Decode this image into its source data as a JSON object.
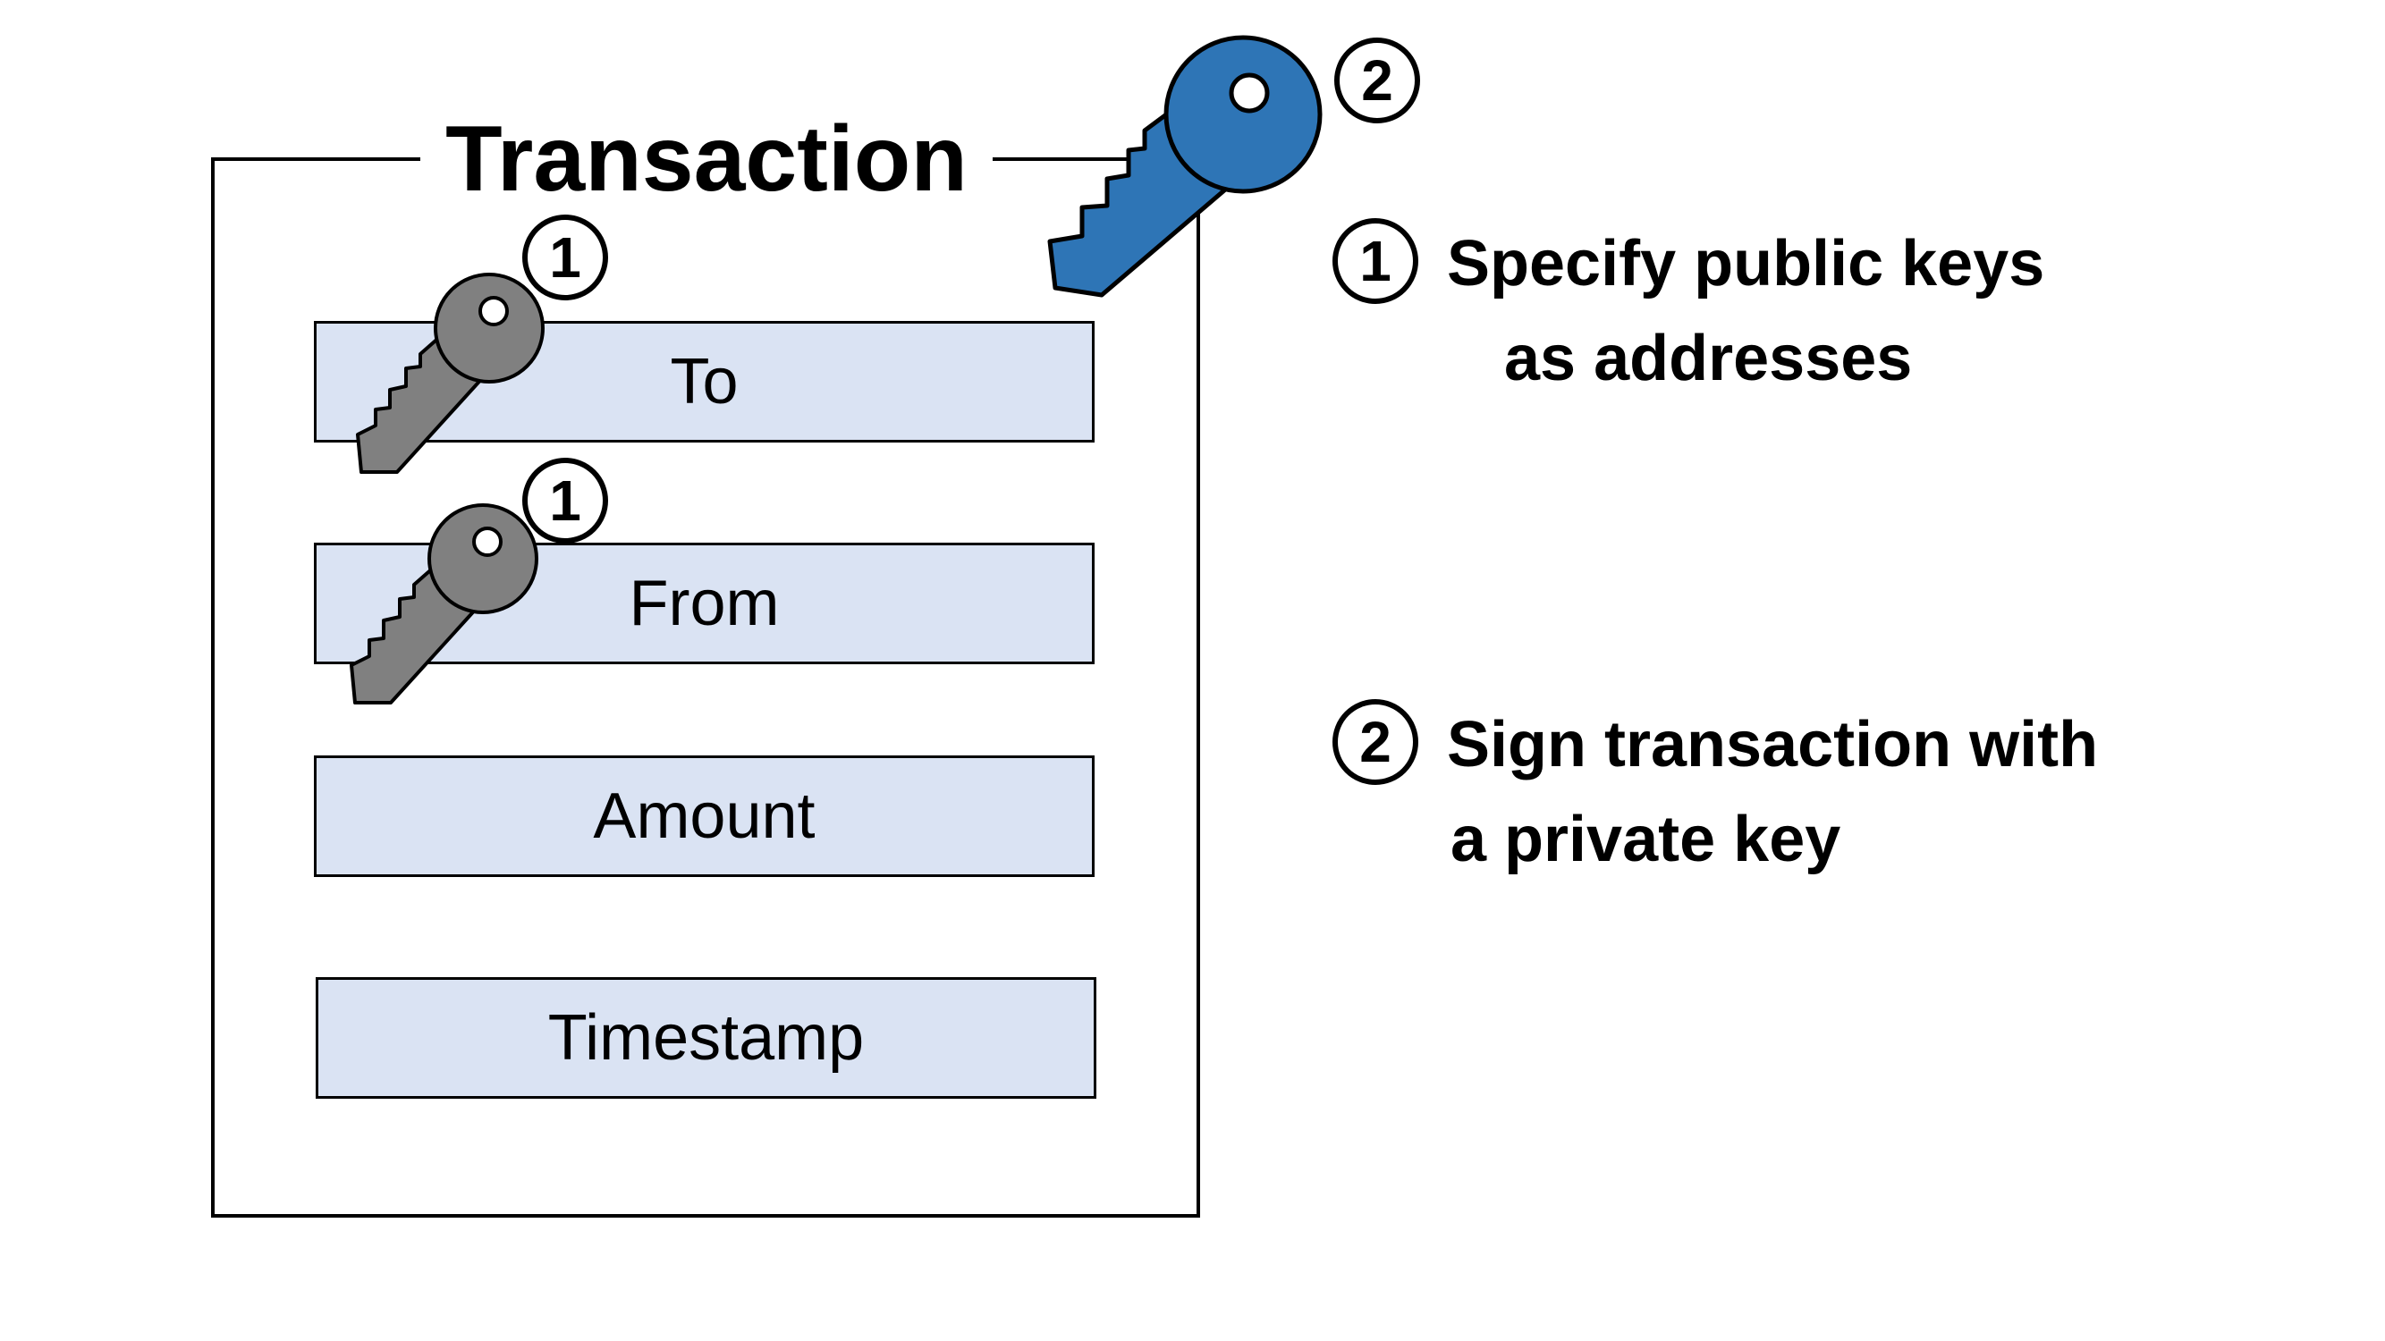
{
  "transaction": {
    "title": "Transaction",
    "fields": {
      "to": "To",
      "from": "From",
      "amount": "Amount",
      "timestamp": "Timestamp"
    }
  },
  "badges": {
    "key_to": "1",
    "key_from": "1",
    "key_sign": "2"
  },
  "legend": {
    "step1": {
      "number": "1",
      "line1": "Specify public keys",
      "line2": "as addresses"
    },
    "step2": {
      "number": "2",
      "line1": "Sign transaction with",
      "line2": "a private key"
    }
  },
  "colors": {
    "field_fill": "#dae3f3",
    "public_key": "#808080",
    "private_key": "#2e75b6"
  },
  "icons": {
    "public_key": "key-icon",
    "private_key": "key-icon"
  }
}
